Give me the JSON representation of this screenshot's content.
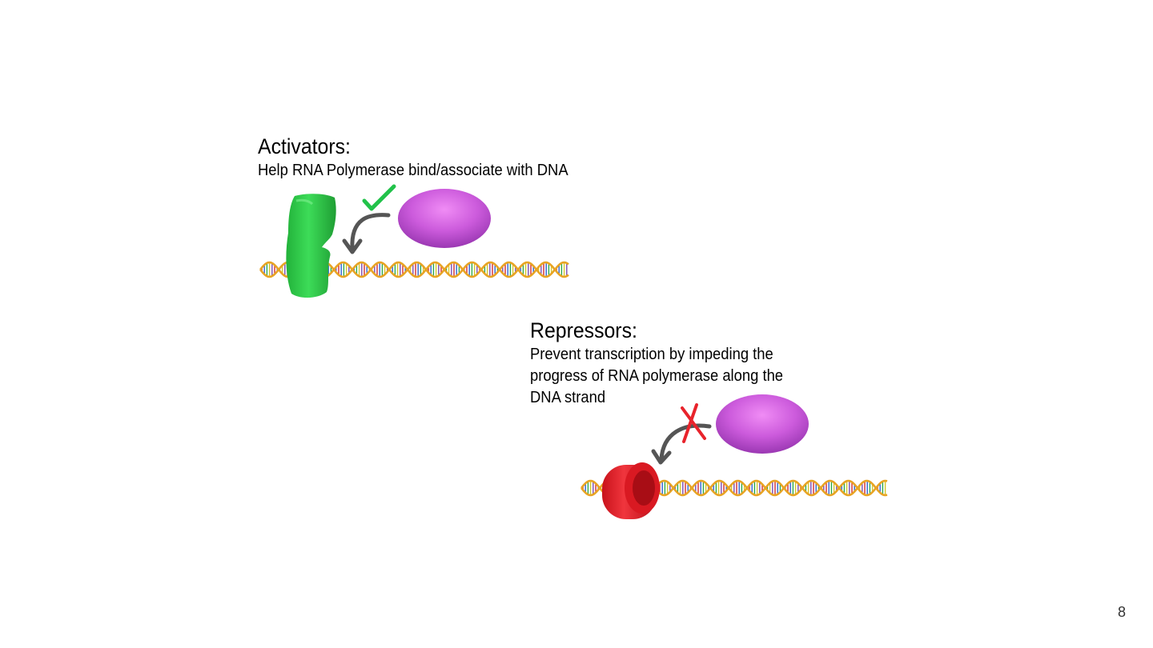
{
  "slide": {
    "activators": {
      "title": "Activators:",
      "description": "Help RNA Polymerase bind/associate with DNA"
    },
    "repressors": {
      "title": "Repressors:",
      "description_lines": [
        "Prevent transcription by impeding the",
        "progress of RNA polymerase along the",
        "DNA strand"
      ]
    },
    "page_number": "8"
  },
  "icons": {
    "activator_protein": "green-activator-protein",
    "repressor_protein": "red-repressor-cylinder",
    "rna_polymerase": "purple-ellipse",
    "binding_allowed": "green-check-icon",
    "binding_blocked": "red-x-icon",
    "binding_arrow": "curved-arrow-icon",
    "dna": "dna-double-helix"
  },
  "colors": {
    "activator": "#2fcf4a",
    "repressor": "#e4252f",
    "polymerase": "#c559d8",
    "check": "#22c24a",
    "cross": "#e8232b",
    "arrow": "#555555",
    "dna_backbone": "#e8a424"
  }
}
